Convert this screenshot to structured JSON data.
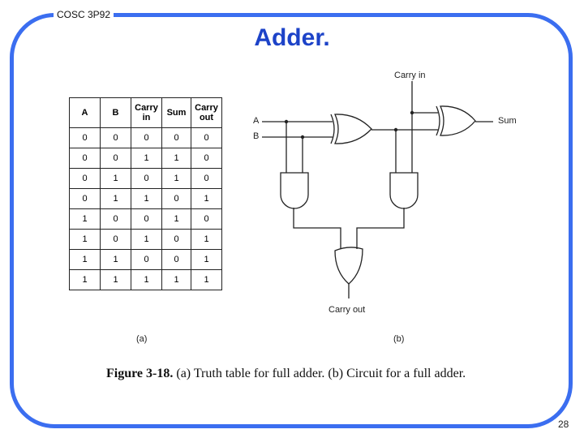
{
  "header": {
    "course": "COSC 3P92",
    "title": "Adder."
  },
  "truth_table": {
    "headers": [
      "A",
      "B",
      "Carry in",
      "Sum",
      "Carry out"
    ],
    "rows": [
      [
        "0",
        "0",
        "0",
        "0",
        "0"
      ],
      [
        "0",
        "0",
        "1",
        "1",
        "0"
      ],
      [
        "0",
        "1",
        "0",
        "1",
        "0"
      ],
      [
        "0",
        "1",
        "1",
        "0",
        "1"
      ],
      [
        "1",
        "0",
        "0",
        "1",
        "0"
      ],
      [
        "1",
        "0",
        "1",
        "0",
        "1"
      ],
      [
        "1",
        "1",
        "0",
        "0",
        "1"
      ],
      [
        "1",
        "1",
        "1",
        "1",
        "1"
      ]
    ]
  },
  "circuit": {
    "input_a": "A",
    "input_b": "B",
    "carry_in": "Carry in",
    "sum": "Sum",
    "carry_out": "Carry out"
  },
  "sub_labels": {
    "a": "(a)",
    "b": "(b)"
  },
  "caption": {
    "figure": "Figure 3-18.",
    "text": " (a) Truth table for full adder. (b) Circuit for a full adder."
  },
  "page_number": "28",
  "colors": {
    "frame": "#3b6ef0",
    "title": "#1d43c8"
  }
}
